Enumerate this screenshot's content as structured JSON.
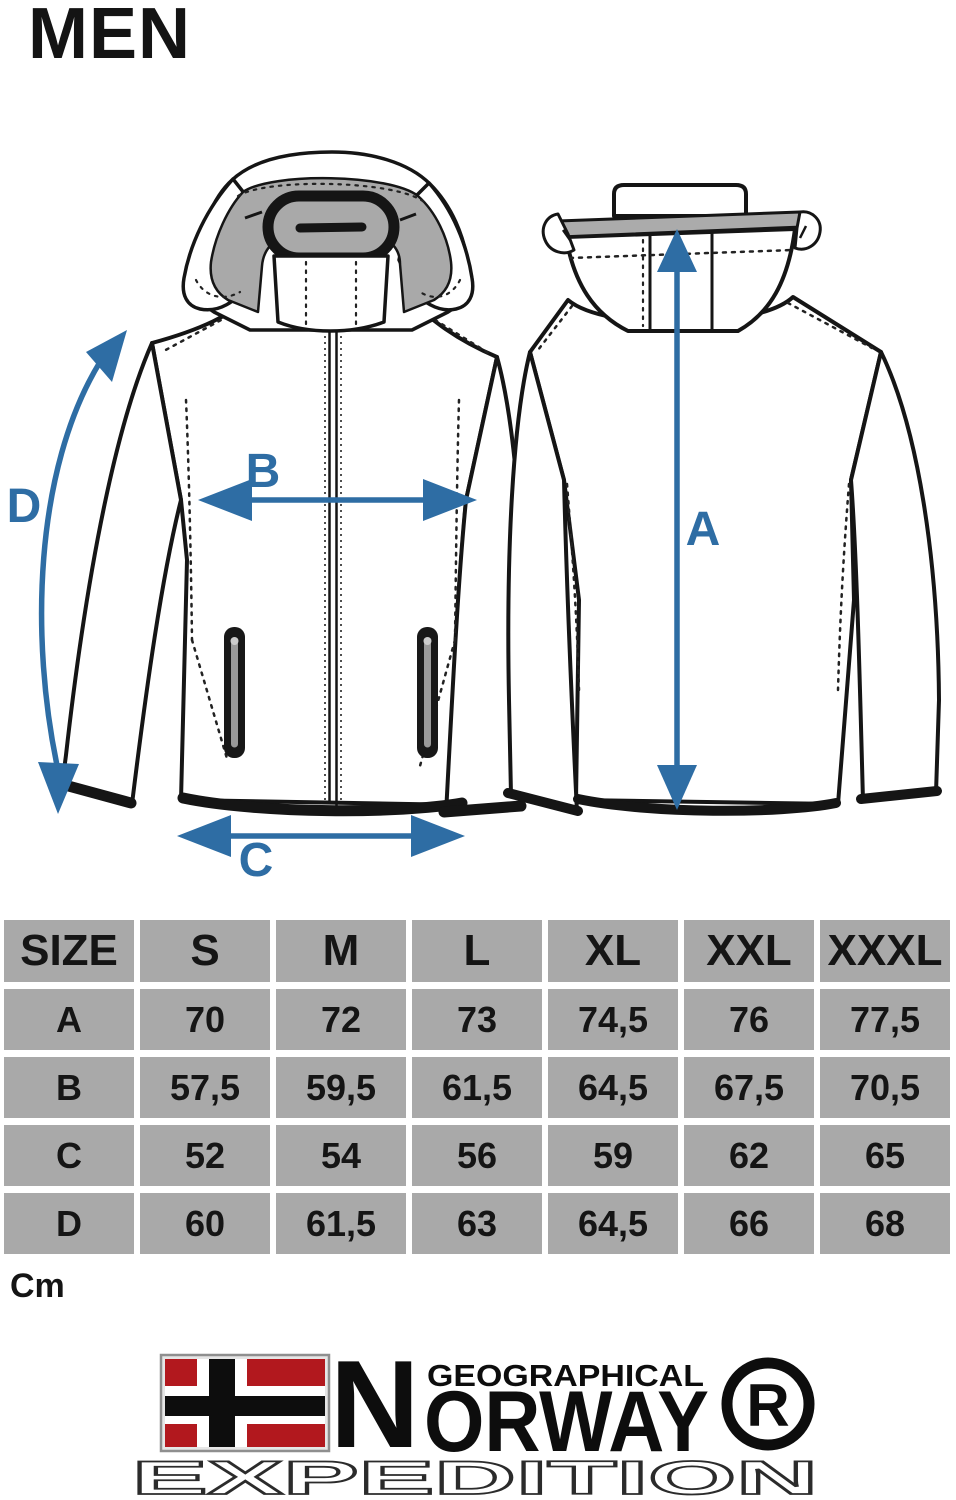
{
  "page": {
    "title": "MEN",
    "unit": "Cm"
  },
  "colors": {
    "accent_blue": "#2e6da4",
    "table_cell_grey": "#a9a9a9",
    "flag_red": "#b2181e",
    "ink_black": "#151515"
  },
  "diagram": {
    "measure_labels": {
      "a": "A",
      "b": "B",
      "c": "C",
      "d": "D"
    }
  },
  "size_table": {
    "columns": [
      "SIZE",
      "S",
      "M",
      "L",
      "XL",
      "XXL",
      "XXXL"
    ],
    "rows": [
      {
        "label": "A",
        "values": [
          "70",
          "72",
          "73",
          "74,5",
          "76",
          "77,5"
        ]
      },
      {
        "label": "B",
        "values": [
          "57,5",
          "59,5",
          "61,5",
          "64,5",
          "67,5",
          "70,5"
        ]
      },
      {
        "label": "C",
        "values": [
          "52",
          "54",
          "56",
          "59",
          "62",
          "65"
        ]
      },
      {
        "label": "D",
        "values": [
          "60",
          "61,5",
          "63",
          "64,5",
          "66",
          "68"
        ]
      }
    ]
  },
  "brand": {
    "geographical": "GEOGRAPHICAL",
    "norway_initial": "N",
    "norway_rest": "ORWAY",
    "registered_letter": "R",
    "expedition": "EXPEDITION"
  },
  "chart_data": {
    "type": "table",
    "title": "MEN jacket size chart (cm)",
    "columns": [
      "SIZE",
      "S",
      "M",
      "L",
      "XL",
      "XXL",
      "XXXL"
    ],
    "rows": [
      [
        "A",
        "70",
        "72",
        "73",
        "74,5",
        "76",
        "77,5"
      ],
      [
        "B",
        "57,5",
        "59,5",
        "61,5",
        "64,5",
        "67,5",
        "70,5"
      ],
      [
        "C",
        "52",
        "54",
        "56",
        "59",
        "62",
        "65"
      ],
      [
        "D",
        "60",
        "61,5",
        "63",
        "64,5",
        "66",
        "68"
      ]
    ]
  }
}
